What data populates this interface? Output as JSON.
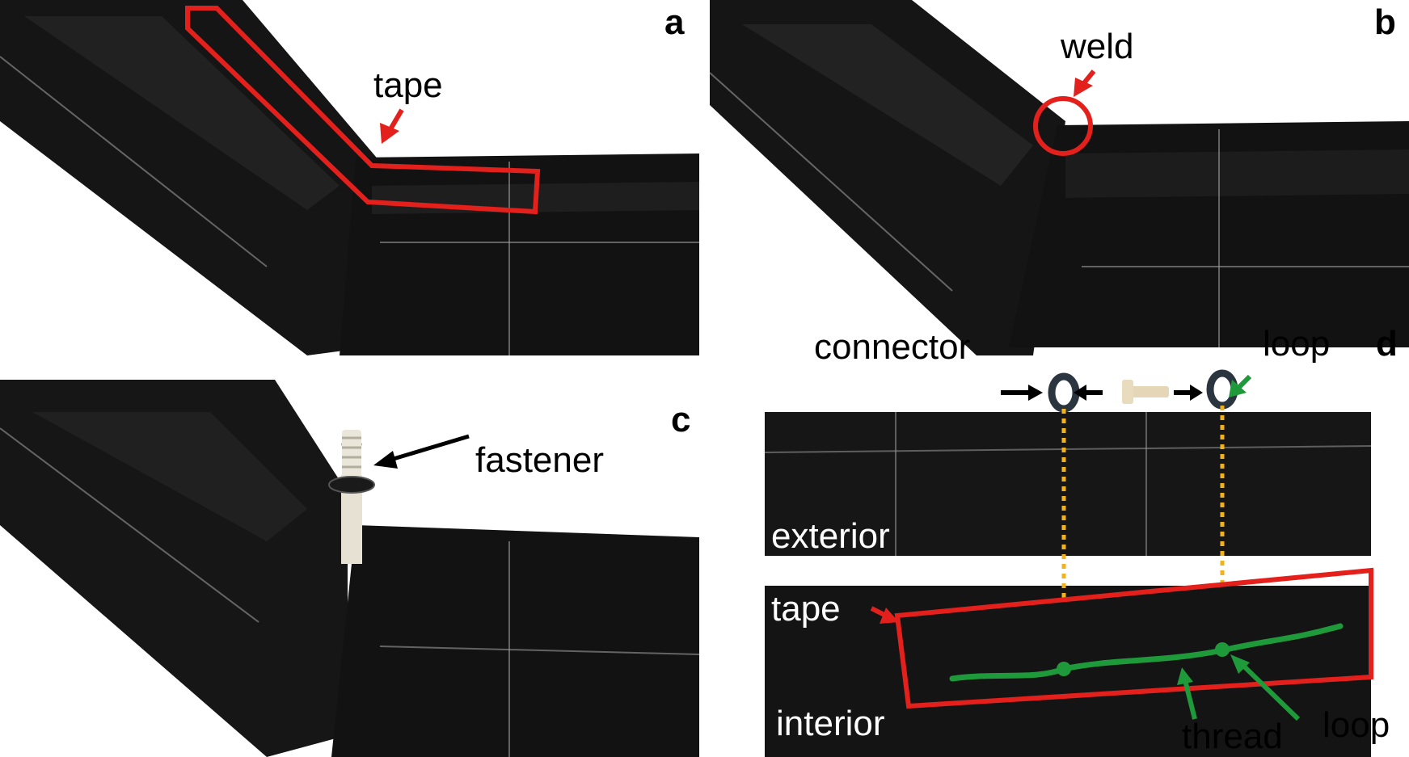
{
  "panels": {
    "a": {
      "letter": "a",
      "callout": "tape"
    },
    "b": {
      "letter": "b",
      "callout": "weld"
    },
    "c": {
      "letter": "c",
      "callout": "fastener"
    },
    "d": {
      "letter": "d",
      "connector": "connector",
      "loop_top": "loop",
      "exterior": "exterior",
      "tape": "tape",
      "interior": "interior",
      "thread": "thread",
      "loop_bottom": "loop"
    }
  },
  "colors": {
    "highlight": "#e3201b",
    "thread": "#1f9a3a",
    "guide": "#f2b21c",
    "tube": "#141414"
  }
}
